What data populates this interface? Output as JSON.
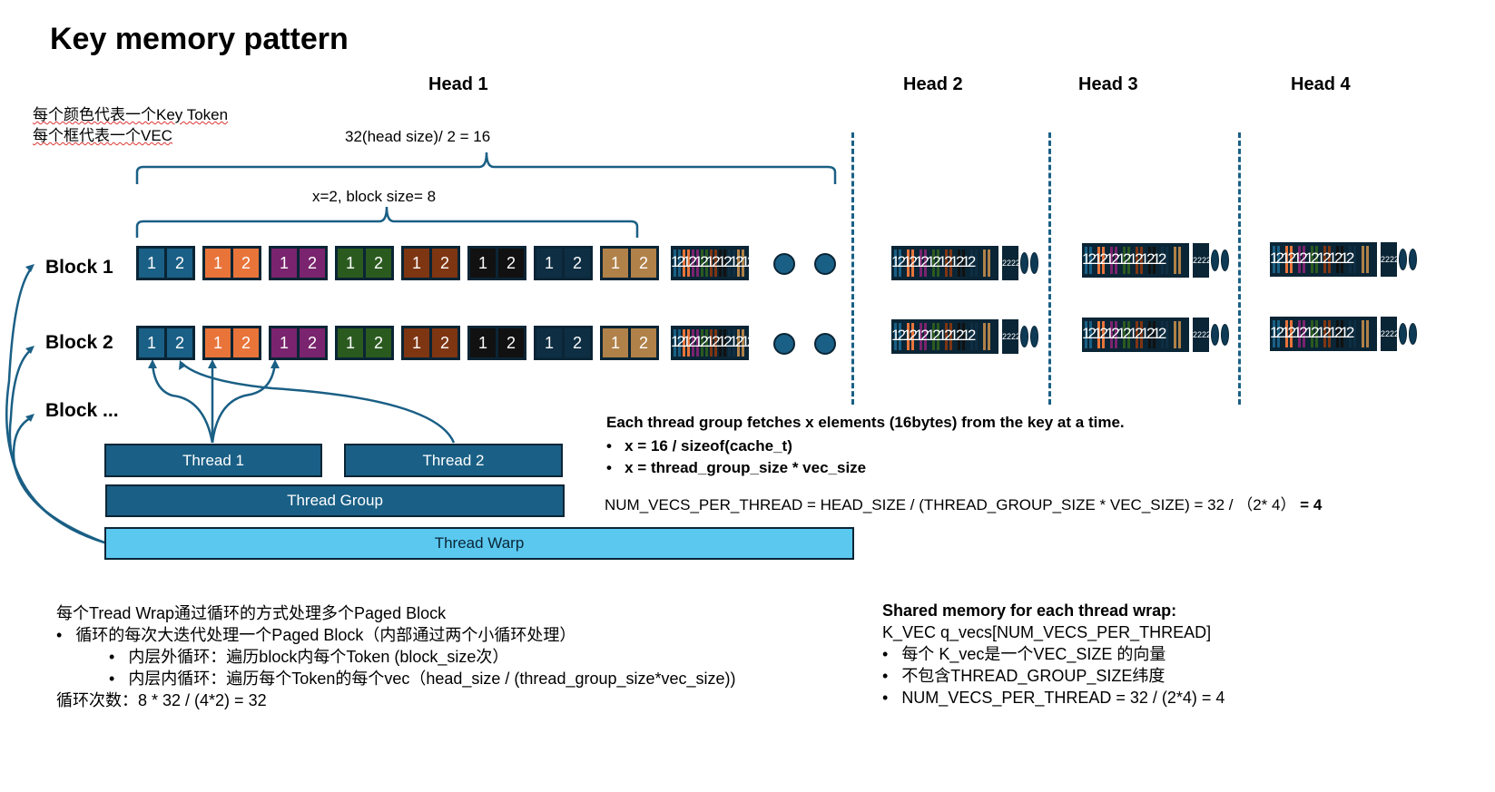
{
  "title": "Key memory pattern",
  "heads": [
    "Head 1",
    "Head 2",
    "Head 3",
    "Head 4"
  ],
  "notes": [
    "每个颜色代表一个Key Token",
    "每个框代表一个VEC"
  ],
  "brace_top_label": "32(head size)/ 2 =  16",
  "brace_inner_label": "x=2, block size= 8",
  "block_labels": [
    "Block 1",
    "Block 2",
    "Block ..."
  ],
  "token_numbers": [
    "1",
    "2"
  ],
  "mini_label": "12121212121212",
  "mini_extra": "2222",
  "token_colors": [
    "#1a5f85",
    "#e8743a",
    "#7a236e",
    "#2b5a1f",
    "#7e3512",
    "#111111",
    "#0e2e43",
    "#b08148"
  ],
  "accent": "#1a5f85",
  "warp_color": "#5bc8f0",
  "threads": {
    "thread1": "Thread 1",
    "thread2": "Thread 2",
    "group": "Thread Group",
    "warp": "Thread Warp"
  },
  "fetch": {
    "heading": "Each thread group fetches x elements (16bytes) from the key at a time.",
    "bullets": [
      "x = 16 / sizeof(cache_t)",
      "x = thread_group_size * vec_size"
    ]
  },
  "formula": {
    "text": "NUM_VECS_PER_THREAD = HEAD_SIZE / (THREAD_GROUP_SIZE * VEC_SIZE) = 32 / （2* 4） ",
    "result": "= 4"
  },
  "loop": {
    "intro": "每个Tread Wrap通过循环的方式处理多个Paged Block",
    "b1": "循环的每次大迭代处理一个Paged Block（内部通过两个小循环处理）",
    "b2": "内层外循环：遍历block内每个Token (block_size次）",
    "b3": "内层内循环：遍历每个Token的每个vec（head_size / (thread_group_size*vec_size))",
    "count": "循环次数：8 * 32 / (4*2) = 32"
  },
  "shared": {
    "heading": "Shared memory for each thread wrap:",
    "decl": "K_VEC q_vecs[NUM_VECS_PER_THREAD]",
    "bullets": [
      "每个 K_vec是一个VEC_SIZE 的向量",
      "不包含THREAD_GROUP_SIZE纬度",
      "NUM_VECS_PER_THREAD = 32 / (2*4) = 4"
    ]
  }
}
